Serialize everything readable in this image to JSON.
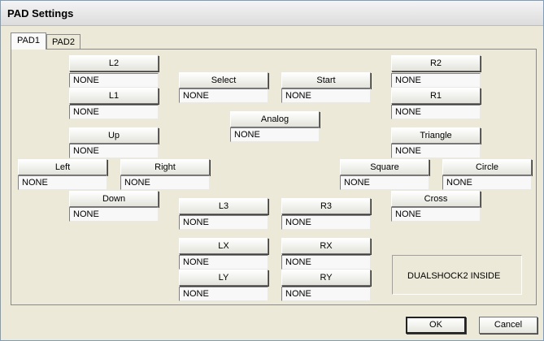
{
  "window": {
    "title": "PAD Settings"
  },
  "tabs": [
    {
      "label": "PAD1"
    },
    {
      "label": "PAD2"
    }
  ],
  "controls": {
    "l2": {
      "label": "L2",
      "value": "NONE"
    },
    "l1": {
      "label": "L1",
      "value": "NONE"
    },
    "up": {
      "label": "Up",
      "value": "NONE"
    },
    "left": {
      "label": "Left",
      "value": "NONE"
    },
    "right": {
      "label": "Right",
      "value": "NONE"
    },
    "down": {
      "label": "Down",
      "value": "NONE"
    },
    "select": {
      "label": "Select",
      "value": "NONE"
    },
    "start": {
      "label": "Start",
      "value": "NONE"
    },
    "analog": {
      "label": "Analog",
      "value": "NONE"
    },
    "l3": {
      "label": "L3",
      "value": "NONE"
    },
    "r3": {
      "label": "R3",
      "value": "NONE"
    },
    "lx": {
      "label": "LX",
      "value": "NONE"
    },
    "rx": {
      "label": "RX",
      "value": "NONE"
    },
    "ly": {
      "label": "LY",
      "value": "NONE"
    },
    "ry": {
      "label": "RY",
      "value": "NONE"
    },
    "r2": {
      "label": "R2",
      "value": "NONE"
    },
    "r1": {
      "label": "R1",
      "value": "NONE"
    },
    "triangle": {
      "label": "Triangle",
      "value": "NONE"
    },
    "square": {
      "label": "Square",
      "value": "NONE"
    },
    "circle": {
      "label": "Circle",
      "value": "NONE"
    },
    "cross": {
      "label": "Cross",
      "value": "NONE"
    }
  },
  "info": {
    "text": "DUALSHOCK2 INSIDE"
  },
  "dialog": {
    "ok": "OK",
    "cancel": "Cancel"
  }
}
